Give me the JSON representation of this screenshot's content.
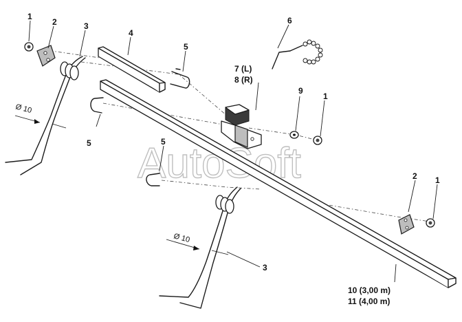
{
  "watermark": "AutoSoft",
  "callouts": {
    "c1a": "1",
    "c2a": "2",
    "c3a": "3",
    "c4": "4",
    "c5a": "5",
    "c5b": "5",
    "c5c": "5",
    "c6": "6",
    "c7": "7 (L)",
    "c8": "8 (R)",
    "c9": "9",
    "c1b": "1",
    "c2b": "2",
    "c1c": "1",
    "c3b": "3",
    "c10": "10 (3,00 m)",
    "c11": "11 (4,00 m)"
  },
  "dimensions": {
    "d1": "Ø 10",
    "d2": "Ø 10"
  }
}
